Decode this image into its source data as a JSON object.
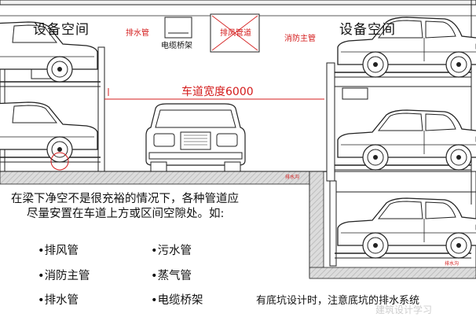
{
  "labels": {
    "equipment_space_left": "设备空间",
    "equipment_space_right": "设备空间",
    "drain_pipe": "排水管",
    "cable_tray": "电缆桥架",
    "exhaust_duct": "排风管道",
    "fire_main": "消防主管",
    "lane_width": "车道宽度6000",
    "sump_left": "排水沟",
    "sump_right": "排水沟"
  },
  "note": {
    "line1": "在梁下净空不是很充裕的情况下，各种管道应",
    "line2": "尽量安置在车道上方或区间空隙处。如:"
  },
  "pipe_list": [
    {
      "bullet": "•",
      "label": "排风管"
    },
    {
      "bullet": "•",
      "label": "污水管"
    },
    {
      "bullet": "•",
      "label": "消防主管"
    },
    {
      "bullet": "•",
      "label": "蒸气管"
    },
    {
      "bullet": "•",
      "label": "排水管"
    },
    {
      "bullet": "•",
      "label": "电缆桥架"
    }
  ],
  "caption": "有底坑设计时，注意底坑的排水系统",
  "watermark": "建筑设计学习",
  "colors": {
    "annotation_red": "#d41c1c",
    "pit_hatch": "#c9c9c9",
    "line": "#222222"
  }
}
